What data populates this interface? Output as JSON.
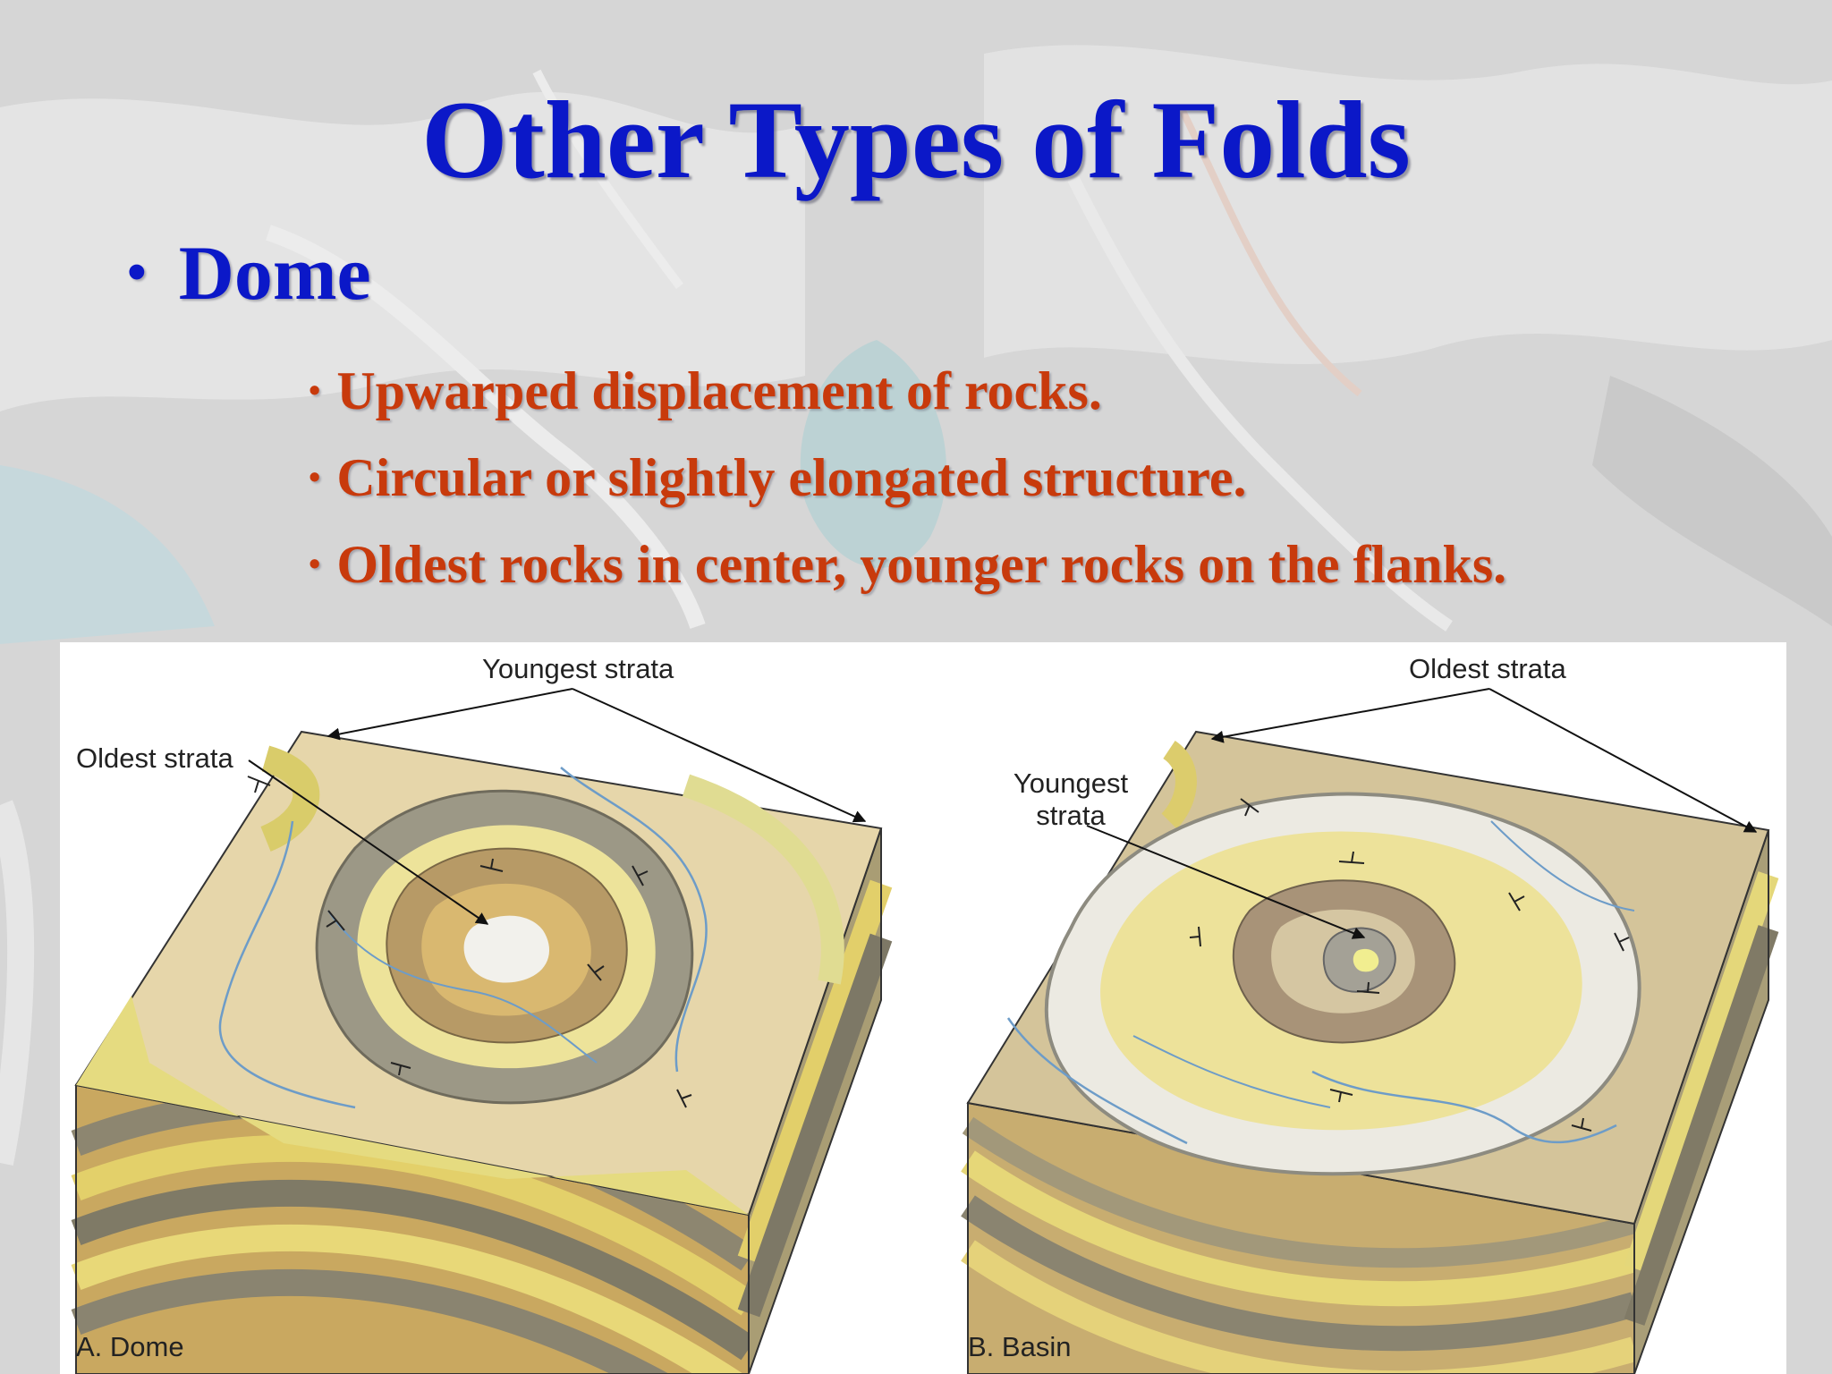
{
  "slide": {
    "title": "Other Types of Folds",
    "bullet": "Dome",
    "subbullets": [
      "Upwarped displacement of rocks.",
      "Circular or slightly elongated structure.",
      "Oldest rocks in center, younger rocks on the flanks."
    ]
  },
  "figure": {
    "dome": {
      "label_top": "Youngest strata",
      "label_side": "Oldest strata",
      "caption": "A. Dome"
    },
    "basin": {
      "label_top": "Oldest strata",
      "label_side_line1": "Youngest",
      "label_side_line2": "strata",
      "caption": "B. Basin"
    }
  },
  "colors": {
    "title": "#0b18c8",
    "subbullet": "#c83a0c",
    "background": "#d4d4d4"
  }
}
